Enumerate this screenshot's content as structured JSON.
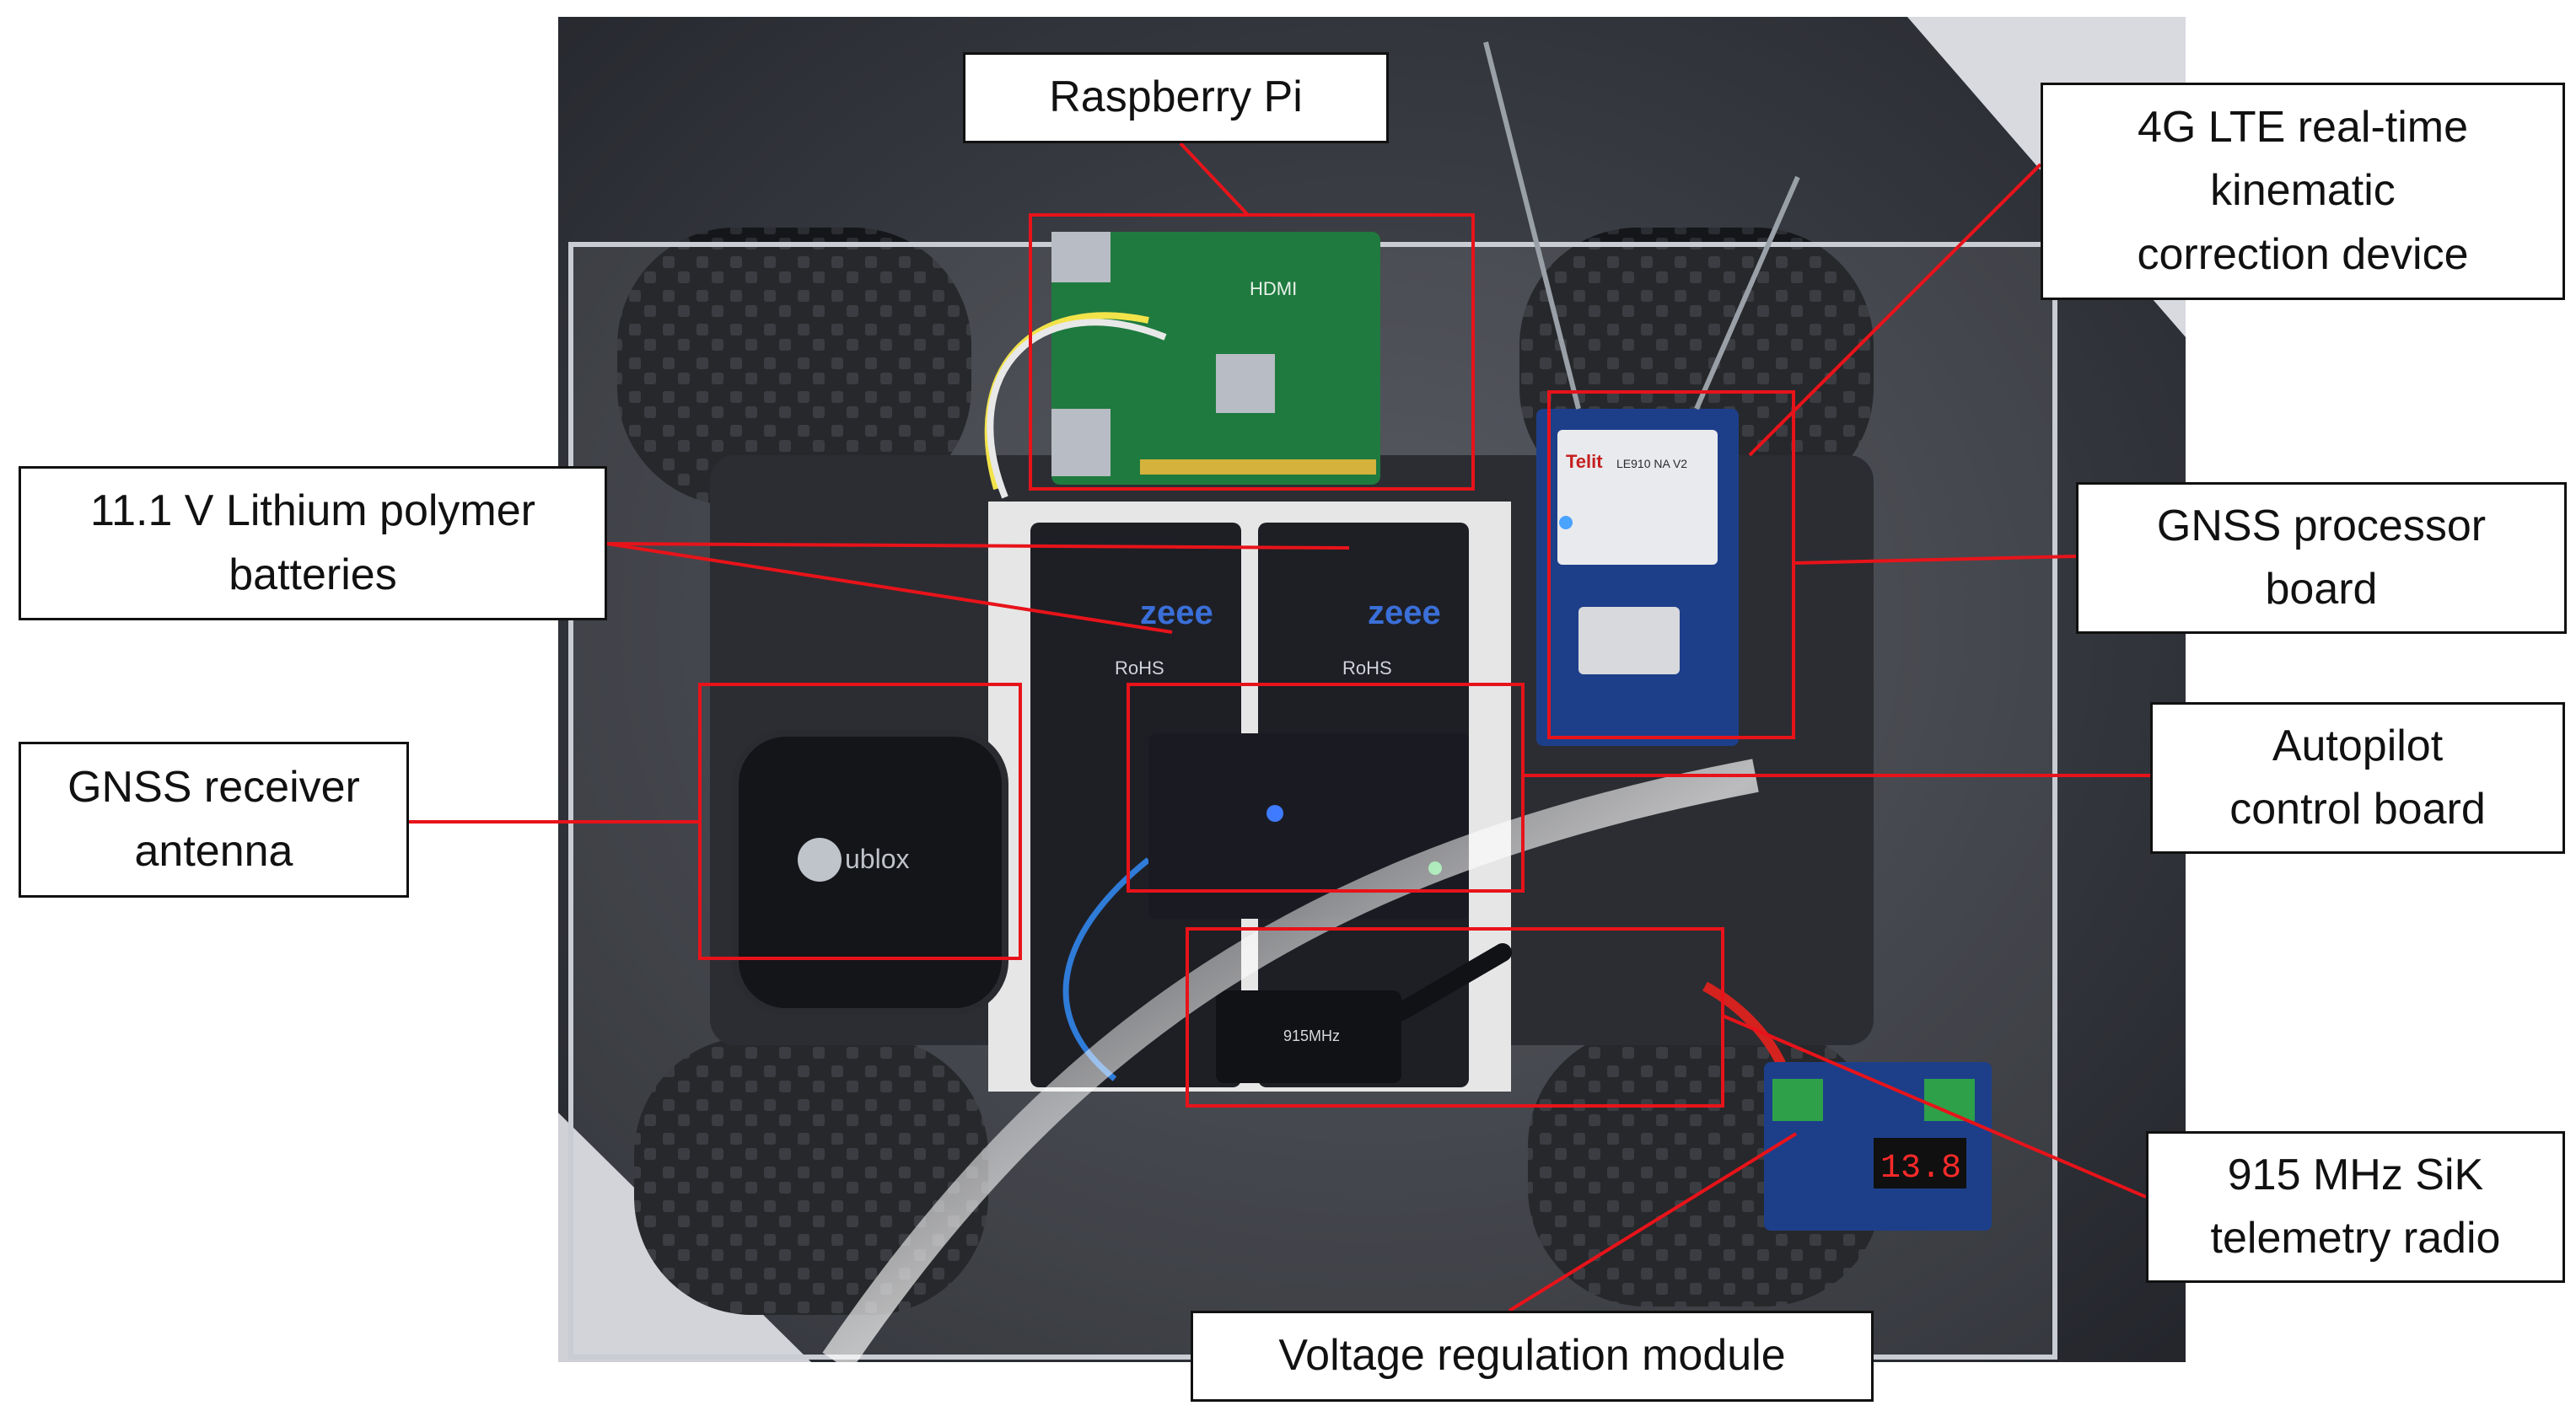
{
  "colors": {
    "annotation": "#e8131a",
    "label_border": "#111111",
    "label_bg": "#ffffff",
    "label_text": "#111111"
  },
  "labels": {
    "raspberry_pi": "Raspberry Pi",
    "lte_rtk": "4G LTE real-time\nkinematic\ncorrection device",
    "batteries": "11.1 V Lithium polymer\nbatteries",
    "gnss_processor": "GNSS processor\nboard",
    "gnss_antenna": "GNSS receiver\nantenna",
    "autopilot": "Autopilot\ncontrol board",
    "telemetry_radio": "915 MHz SiK\ntelemetry radio",
    "voltage_module": "Voltage regulation module"
  },
  "photo_markings": {
    "raspberry_pi_board": "HDMI",
    "gnss_antenna_brand": "ublox",
    "lte_module_brand": "Telit",
    "lte_module_model": "LE910 NA V2",
    "radio_frequency": "915MHz",
    "battery_brand": "zeee",
    "battery_compliance": "RoHS",
    "display_reading": "13.8"
  }
}
